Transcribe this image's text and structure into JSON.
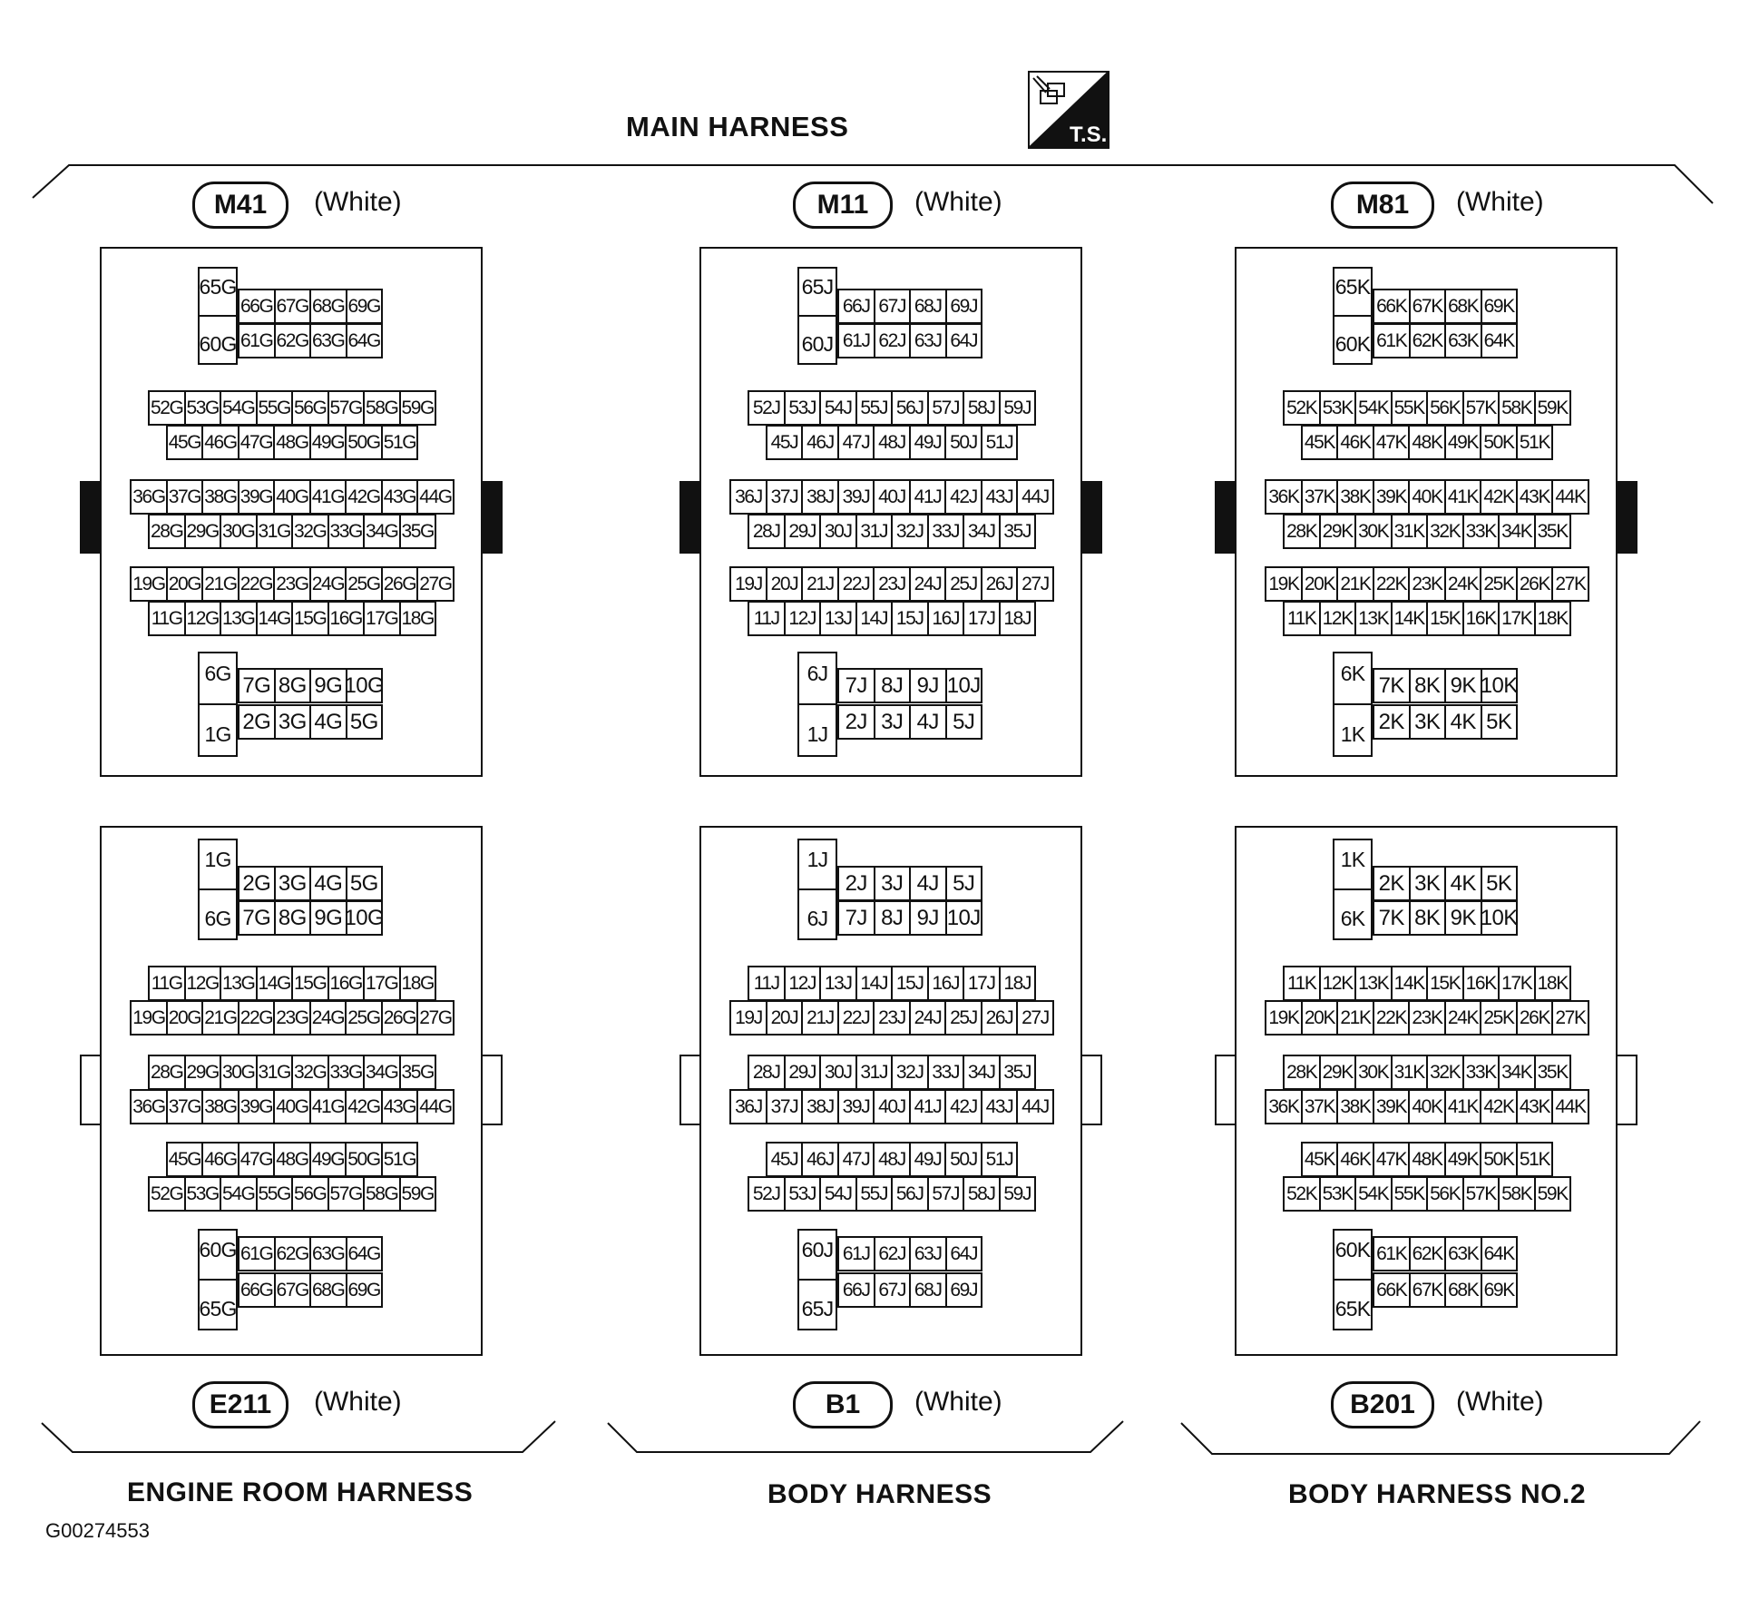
{
  "header": {
    "title": "MAIN HARNESS",
    "badge_text": "T.S."
  },
  "connectors": [
    {
      "code": "M41",
      "color": "(White)",
      "suffix": "G",
      "position": "top"
    },
    {
      "code": "M11",
      "color": "(White)",
      "suffix": "J",
      "position": "top"
    },
    {
      "code": "M81",
      "color": "(White)",
      "suffix": "K",
      "position": "top"
    },
    {
      "code": "E211",
      "color": "(White)",
      "suffix": "G",
      "position": "bottom"
    },
    {
      "code": "B1",
      "color": "(White)",
      "suffix": "J",
      "position": "bottom"
    },
    {
      "code": "B201",
      "color": "(White)",
      "suffix": "K",
      "position": "bottom"
    }
  ],
  "terminal_rows_top": [
    [
      66,
      67,
      68,
      69
    ],
    [
      61,
      62,
      63,
      64
    ],
    [
      52,
      53,
      54,
      55,
      56,
      57,
      58,
      59
    ],
    [
      45,
      46,
      47,
      48,
      49,
      50,
      51
    ],
    [
      36,
      37,
      38,
      39,
      40,
      41,
      42,
      43,
      44
    ],
    [
      28,
      29,
      30,
      31,
      32,
      33,
      34,
      35
    ],
    [
      19,
      20,
      21,
      22,
      23,
      24,
      25,
      26,
      27
    ],
    [
      11,
      12,
      13,
      14,
      15,
      16,
      17,
      18
    ],
    [
      7,
      8,
      9,
      10
    ],
    [
      2,
      3,
      4,
      5
    ]
  ],
  "terminal_rows_bottom": [
    [
      2,
      3,
      4,
      5
    ],
    [
      7,
      8,
      9,
      10
    ],
    [
      11,
      12,
      13,
      14,
      15,
      16,
      17,
      18
    ],
    [
      19,
      20,
      21,
      22,
      23,
      24,
      25,
      26,
      27
    ],
    [
      28,
      29,
      30,
      31,
      32,
      33,
      34,
      35
    ],
    [
      36,
      37,
      38,
      39,
      40,
      41,
      42,
      43,
      44
    ],
    [
      45,
      46,
      47,
      48,
      49,
      50,
      51
    ],
    [
      52,
      53,
      54,
      55,
      56,
      57,
      58,
      59
    ],
    [
      61,
      62,
      63,
      64
    ],
    [
      66,
      67,
      68,
      69
    ]
  ],
  "large_cells_top": [
    65,
    60,
    6,
    1
  ],
  "large_cells_bottom": [
    1,
    6,
    60,
    65
  ],
  "footer_labels": [
    "ENGINE ROOM HARNESS",
    "BODY HARNESS",
    "BODY HARNESS NO.2"
  ],
  "figure_id": "G00274553"
}
